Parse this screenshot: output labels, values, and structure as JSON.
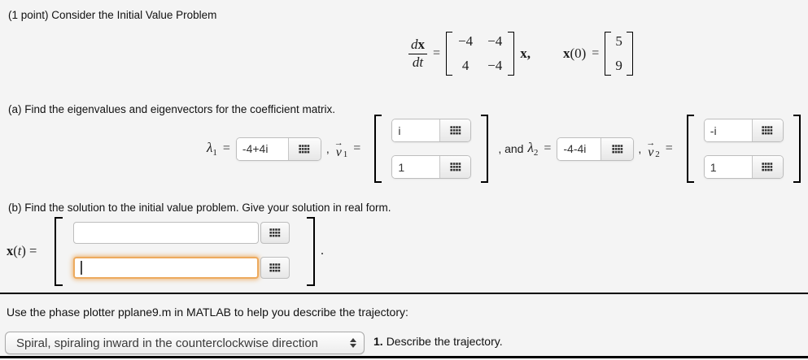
{
  "colors": {
    "background": "#f4f4f4",
    "focus_accent": "#edaa5e",
    "divider": "#000000"
  },
  "header": {
    "problem_text": "(1 point) Consider the Initial Value Problem"
  },
  "equation": {
    "num_d": "d",
    "num_x": "x",
    "den_d": "d",
    "den_t": "t",
    "equals": "=",
    "matrix": [
      [
        "−4",
        "−4"
      ],
      [
        "4",
        "−4"
      ]
    ],
    "x_comma": "x,",
    "ic_x": "x",
    "ic_mid": "(0)",
    "ic_eq": "=",
    "ic_vector": [
      "5",
      "9"
    ]
  },
  "part_a": {
    "label": "(a) Find the eigenvalues and eigenvectors for the coefficient matrix.",
    "lambda": "λ",
    "sub1": "1",
    "sub2": "2",
    "equals": "=",
    "comma": ",",
    "and_text": ", and",
    "arrow": "→",
    "v": "v",
    "lambda1_value": "-4+4i",
    "lambda2_value": "-4-4i",
    "v1_entries": [
      {
        "value": "i"
      },
      {
        "value": "1"
      }
    ],
    "v2_entries": [
      {
        "value": "-i"
      },
      {
        "value": "1"
      }
    ]
  },
  "part_b": {
    "label": "(b) Find the solution to the initial value problem. Give your solution in real form.",
    "label_x": "x",
    "label_mid": "(",
    "label_t": "t",
    "label_end": ") =",
    "entries": [
      {
        "value": ""
      },
      {
        "value": ""
      }
    ],
    "period": "."
  },
  "footer": {
    "instruction": "Use the phase plotter pplane9.m in MATLAB to help you describe the trajectory:",
    "selected_option": "Spiral, spiraling inward in the counterclockwise direction",
    "q_number": "1.",
    "q_text": "Describe the trajectory."
  }
}
